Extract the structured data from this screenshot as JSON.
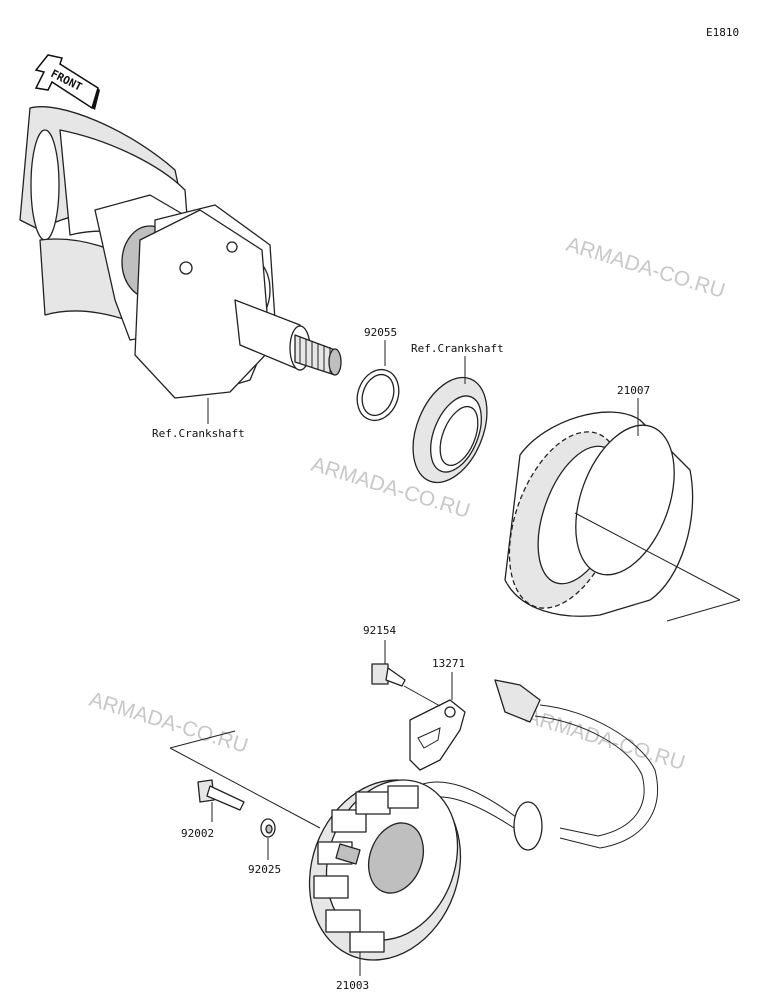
{
  "diagram": {
    "code": "E1810",
    "front_label": "FRONT",
    "watermark_text": "ARMADA-CO.RU",
    "callouts": {
      "p92055": "92055",
      "ref_crankshaft_top": "Ref.Crankshaft",
      "ref_crankshaft_left": "Ref.Crankshaft",
      "p21007": "21007",
      "p92154": "92154",
      "p13271": "13271",
      "p92002": "92002",
      "p92025": "92025",
      "p21003": "21003"
    }
  }
}
